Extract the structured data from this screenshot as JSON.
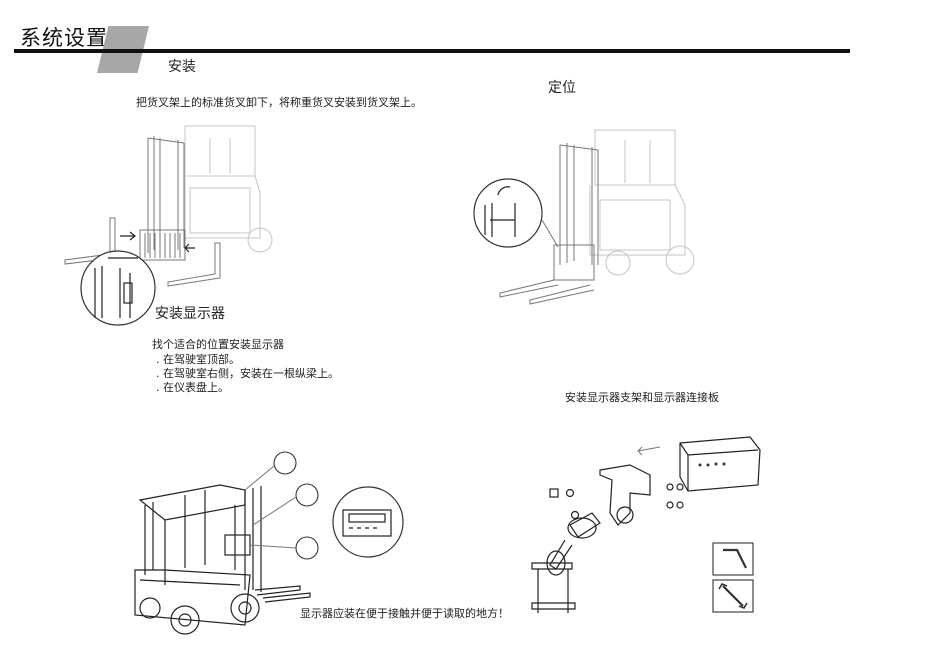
{
  "header": {
    "title": "系统设置"
  },
  "install": {
    "title": "安装",
    "instruction": "把货叉架上的标准货叉卸下，将称重货叉安装到货叉架上。"
  },
  "position": {
    "title": "定位"
  },
  "display_install": {
    "title": "安装显示器",
    "intro": "找个适合的位置安装显示器",
    "options": [
      ". 在驾驶室顶部。",
      ". 在驾驶室右侧，安装在一根纵梁上。",
      ". 在仪表盘上。"
    ],
    "note": "显示器应装在便于接触并便于读取的地方！"
  },
  "bracket": {
    "caption": "安装显示器支架和显示器连接板"
  },
  "icons": [
    "hex-key-icon",
    "wrench-icon"
  ]
}
